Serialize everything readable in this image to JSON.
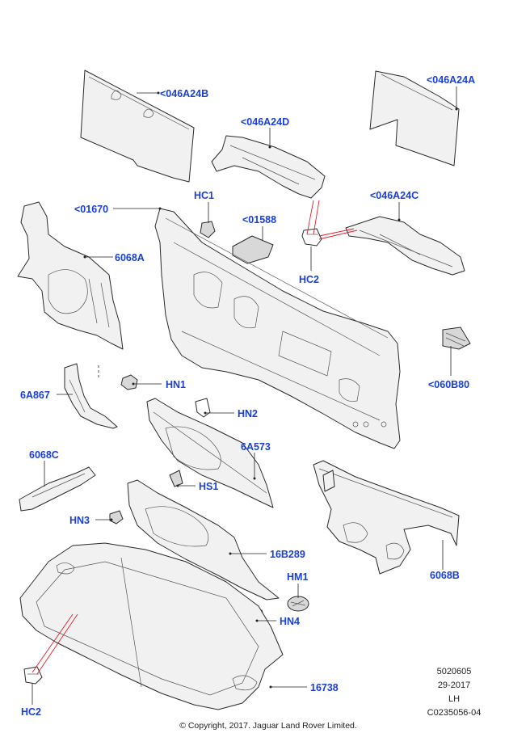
{
  "callouts": {
    "c046A24B": "<046A24B",
    "c046A24A": "<046A24A",
    "c046A24D": "<046A24D",
    "cHC1": "HC1",
    "c01670": "<01670",
    "c01588": "<01588",
    "c046A24C": "<046A24C",
    "c6068A": "6068A",
    "cHC2_top": "HC2",
    "c060B80": "<060B80",
    "cHN1": "HN1",
    "c6A867": "6A867",
    "cHN2": "HN2",
    "c6A573": "6A573",
    "c6068C": "6068C",
    "cHS1": "HS1",
    "cHN3": "HN3",
    "c16B289": "16B289",
    "cHM1": "HM1",
    "c6068B": "6068B",
    "cHN4": "HN4",
    "c16738": "16738",
    "cHC2_bottom": "HC2"
  },
  "meta": {
    "code": "5020605",
    "date": "29-2017",
    "side": "LH",
    "ref": "C0235056-04"
  },
  "copyright": "© Copyright, 2017. Jaguar Land Rover Limited.",
  "colors": {
    "callout": "#1a3fd6",
    "leader_red": "#e0202a"
  }
}
